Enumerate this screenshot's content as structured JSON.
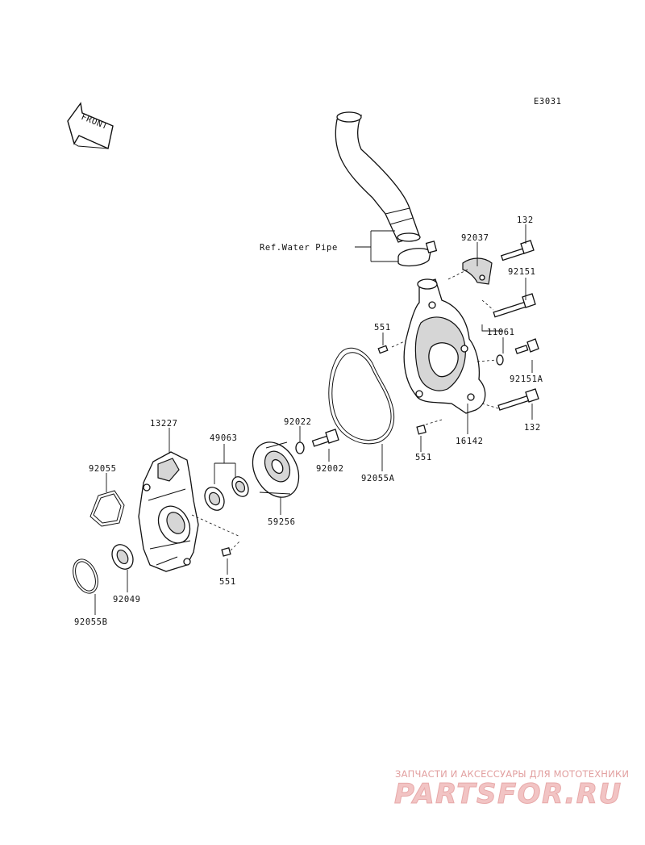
{
  "diagram": {
    "code": "E3031",
    "front_marker": "FRONT",
    "reference_label": "Ref.Water Pipe",
    "parts": {
      "p132_top": "132",
      "p92037": "92037",
      "p92151": "92151",
      "p551_top": "551",
      "p11061": "11061",
      "p92151A": "92151A",
      "p132_bottom": "132",
      "p16142": "16142",
      "p551_mid": "551",
      "p13227": "13227",
      "p49063": "49063",
      "p92022": "92022",
      "p92002": "92002",
      "p92055A": "92055A",
      "p92055": "92055",
      "p59256": "59256",
      "p551_bottom": "551",
      "p92049": "92049",
      "p92055B": "92055B"
    }
  },
  "watermark": {
    "tagline": "ЗАПЧАСТИ И АКСЕССУАРЫ ДЛЯ МОТОТЕХНИКИ",
    "brand": "PARTSFOR.RU"
  }
}
